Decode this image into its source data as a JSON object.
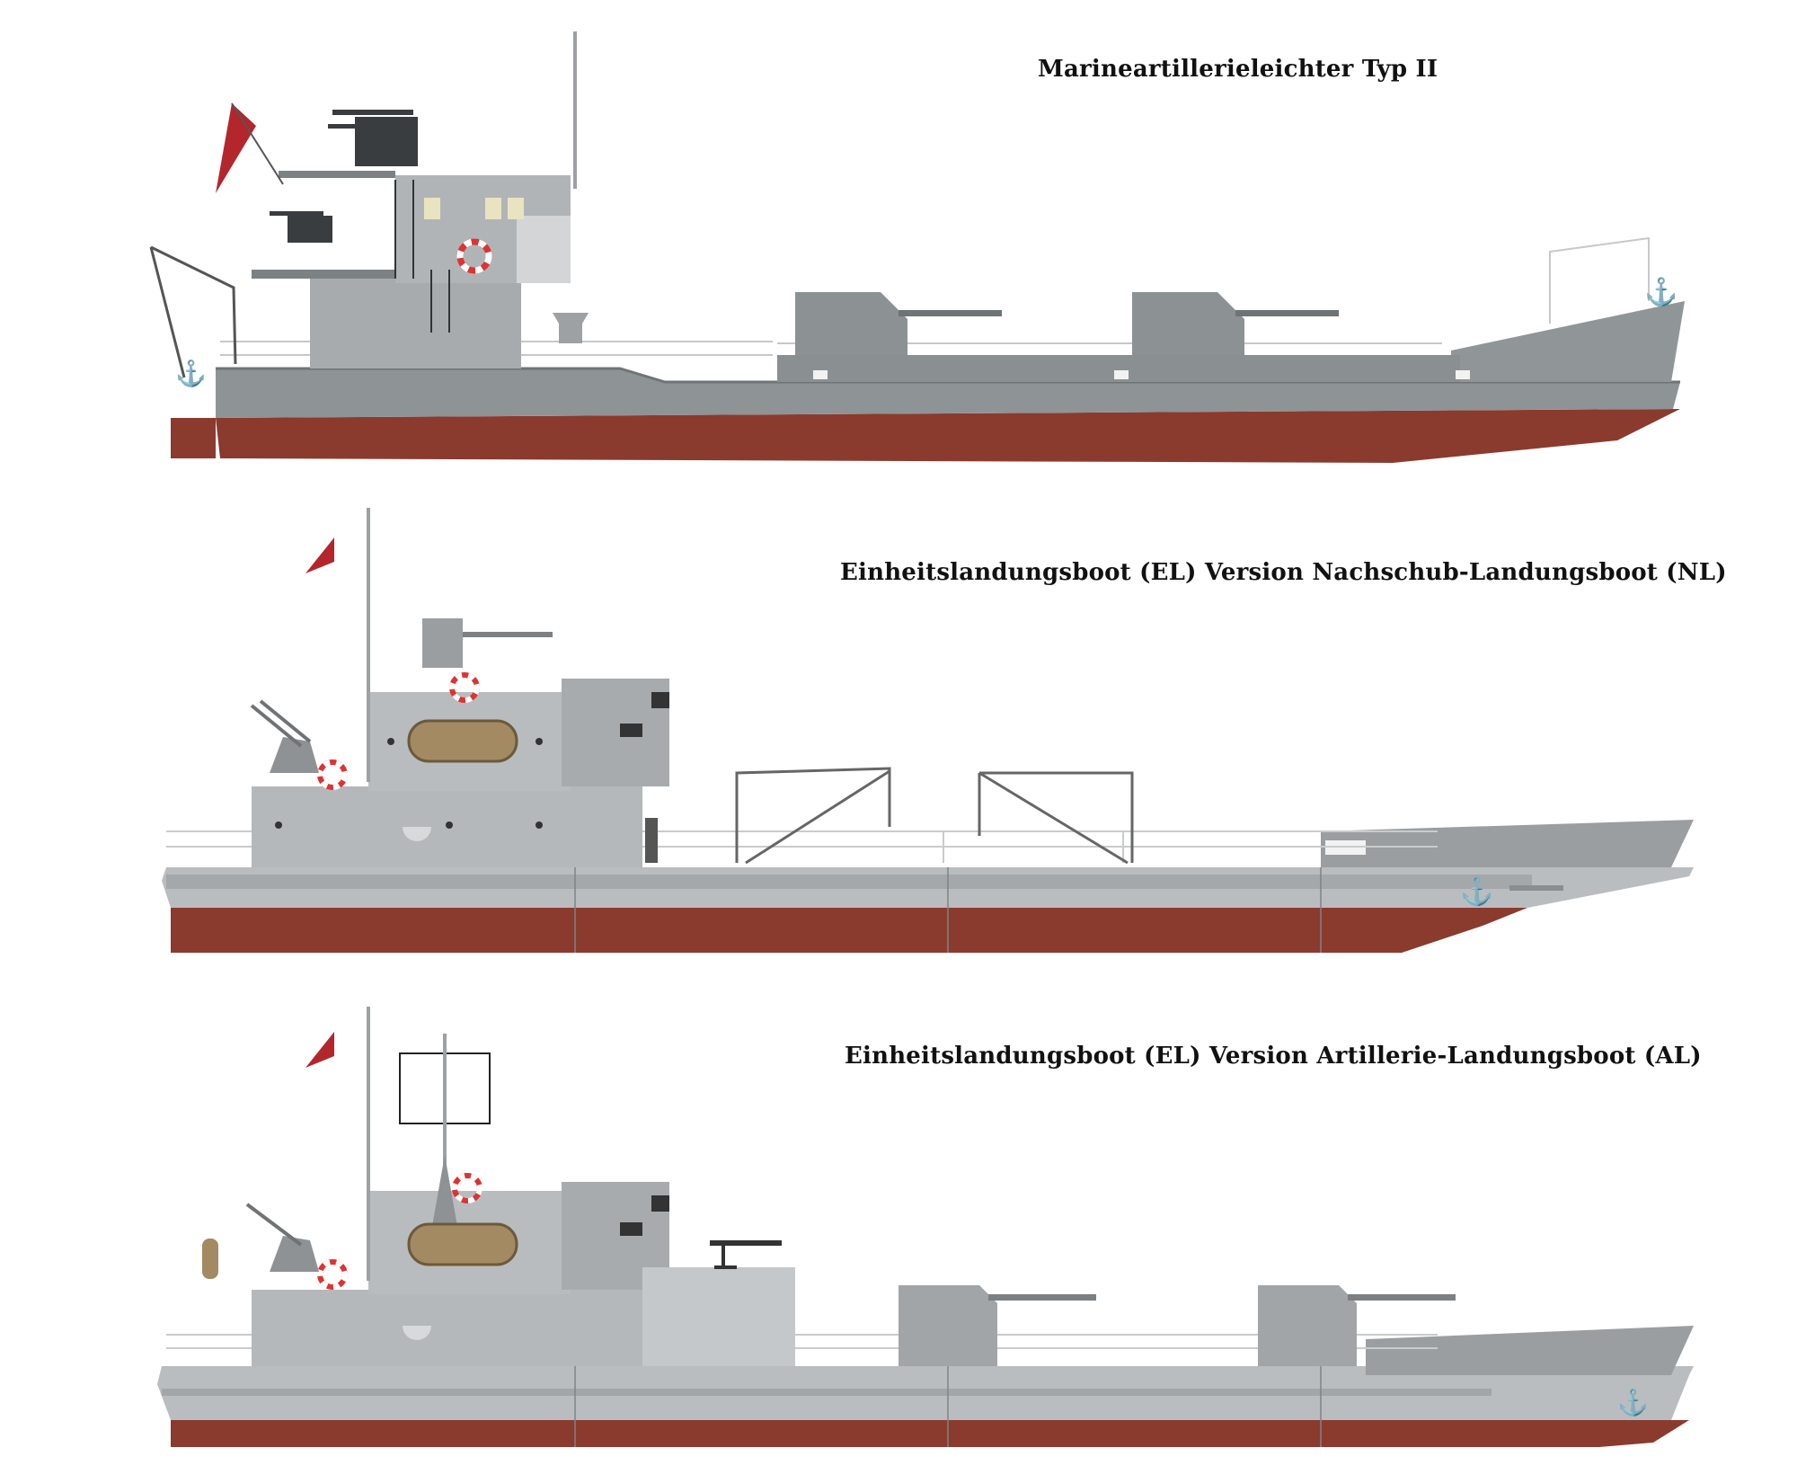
{
  "ships": [
    {
      "title": "Marineartillerieleichter Typ II"
    },
    {
      "title": "Einheitslandungsboot (EL) Version Nachschub-Landungsboot (NL)"
    },
    {
      "title": "Einheitslandungsboot (EL) Version Artillerie-Landungsboot (AL)"
    }
  ],
  "colors": {
    "hull_grey": "#8e9396",
    "hull_grey_light": "#b9bdbf",
    "superstructure": "#a7abad",
    "superstructure_light": "#c4c7c9",
    "antifouling_red": "#8b3a2e",
    "flag_red": "#b3262b",
    "dark_metal": "#3a3d40",
    "rail": "#d6d8d9"
  }
}
